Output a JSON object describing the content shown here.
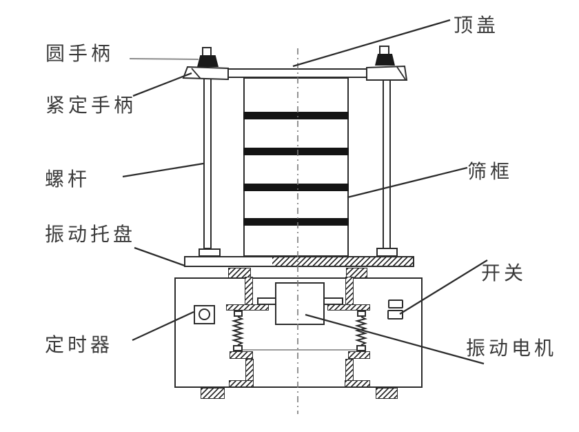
{
  "diagram": {
    "type": "technical-line-drawing",
    "subject": "vibrating-sieve-machine",
    "labels": {
      "top_cover": "顶盖",
      "round_handle": "圆手柄",
      "locking_handle": "紧定手柄",
      "screw_rod": "螺杆",
      "sieve_frame": "筛框",
      "vibrating_tray": "振动托盘",
      "power_switch": "开关",
      "timer": "定时器",
      "vibration_motor": "振动电机"
    },
    "colors": {
      "background": "#ffffff",
      "outline": "#2b2b2b",
      "label_text": "#3a3a3a",
      "knob_fill": "#1a1a1a",
      "sieve_band": "#141414",
      "gray_leader": "#8a8a8a",
      "center_line": "#777777"
    }
  }
}
